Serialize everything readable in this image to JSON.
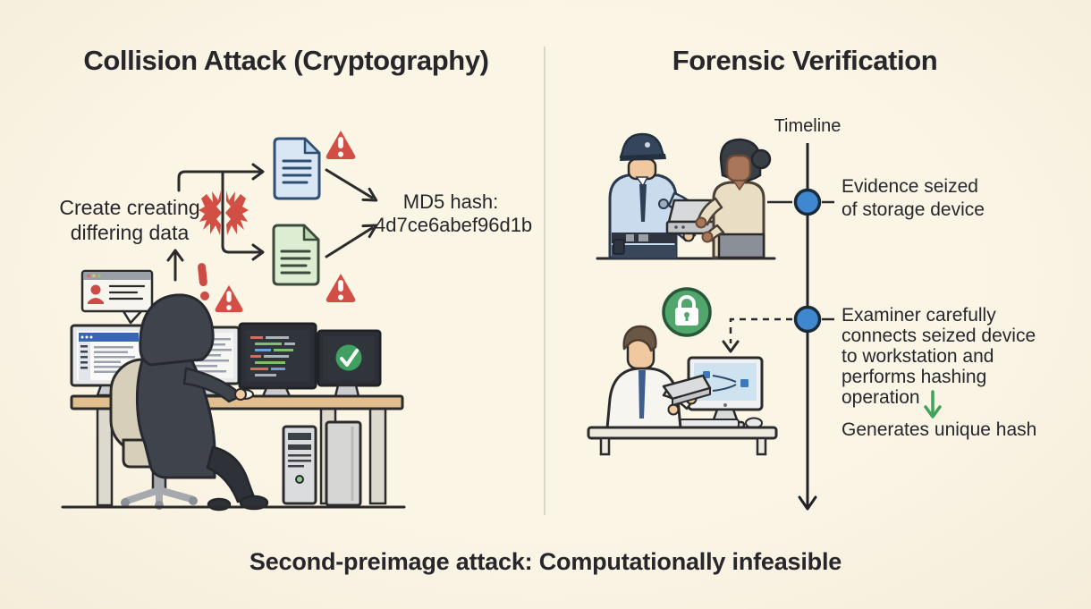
{
  "titles": {
    "left": "Collision Attack (Cryptography)",
    "right": "Forensic Verification"
  },
  "left_panel": {
    "create_label_line1": "Create creating",
    "create_label_line2": "differing data",
    "hash_label": "MD5 hash:",
    "hash_value": "4d7ce6abef96d1b"
  },
  "right_panel": {
    "timeline_label": "Timeline",
    "event1_line1": "Evidence seized",
    "event1_line2": "of storage device",
    "event2_text": "Examiner carefully connects seized device to workstation and performs hashing operation",
    "result_text": "Generates unique hash"
  },
  "footer": {
    "caption": "Second-preimage attack: Computationally infeasible"
  },
  "icons": {
    "warning-triangle-icon": "⚠",
    "exclamation-icon": "!",
    "collision-burst-icon": "⚡",
    "checkmark-icon": "✓",
    "lock-icon": "🔒",
    "timeline-node-icon": "●",
    "alert-popup-icon": "💬",
    "green-down-arrow-icon": "↓"
  },
  "colors": {
    "background": "#FAF3E3",
    "text": "#26262B",
    "divider": "#DAD6C8",
    "alert_red": "#D14F44",
    "doc_blue": "#D9E7F5",
    "doc_green": "#DCEDD2",
    "timeline_node_blue": "#3F88CF",
    "lock_green": "#50A66B",
    "check_green": "#3FA05F",
    "arrow_green": "#3FA35C",
    "uniform_blue": "#C9DBEC",
    "desk_tan": "#E2BE8E"
  }
}
